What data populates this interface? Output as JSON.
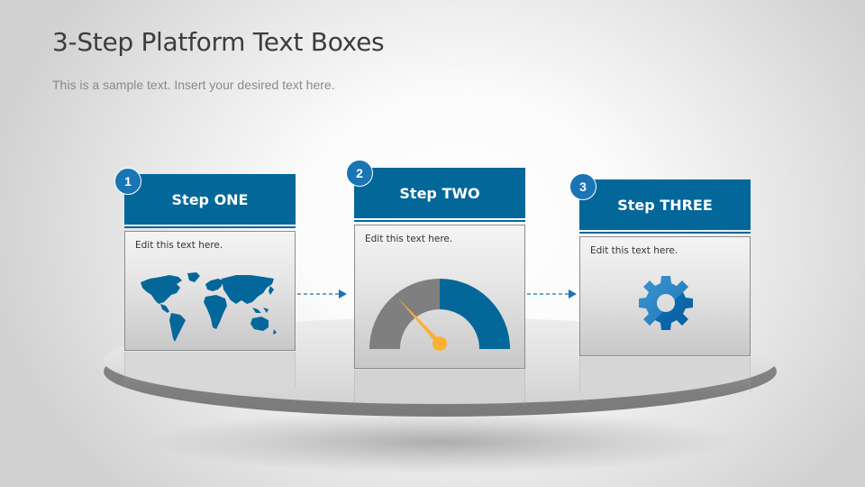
{
  "slide": {
    "title": "3-Step Platform Text Boxes",
    "subtitle": "This is a sample text. Insert your desired text here."
  },
  "colors": {
    "primary_blue": "#04679a",
    "badge_blue": "#1a75b5",
    "gauge_gray": "#7f7f7f",
    "needle_orange": "#fbb034",
    "title_text": "#3d3d3d",
    "subtitle_text": "#8a8a8a"
  },
  "steps": [
    {
      "number": "1",
      "label": "Step ONE",
      "body_text": "Edit this text here.",
      "icon": "world-map-icon"
    },
    {
      "number": "2",
      "label": "Step TWO",
      "body_text": "Edit this text here.",
      "icon": "gauge-icon"
    },
    {
      "number": "3",
      "label": "Step THREE",
      "body_text": "Edit this text here.",
      "icon": "gear-icon"
    }
  ],
  "connectors": [
    {
      "from": "1",
      "to": "2",
      "style": "dashed-arrow"
    },
    {
      "from": "2",
      "to": "3",
      "style": "dashed-arrow"
    }
  ]
}
